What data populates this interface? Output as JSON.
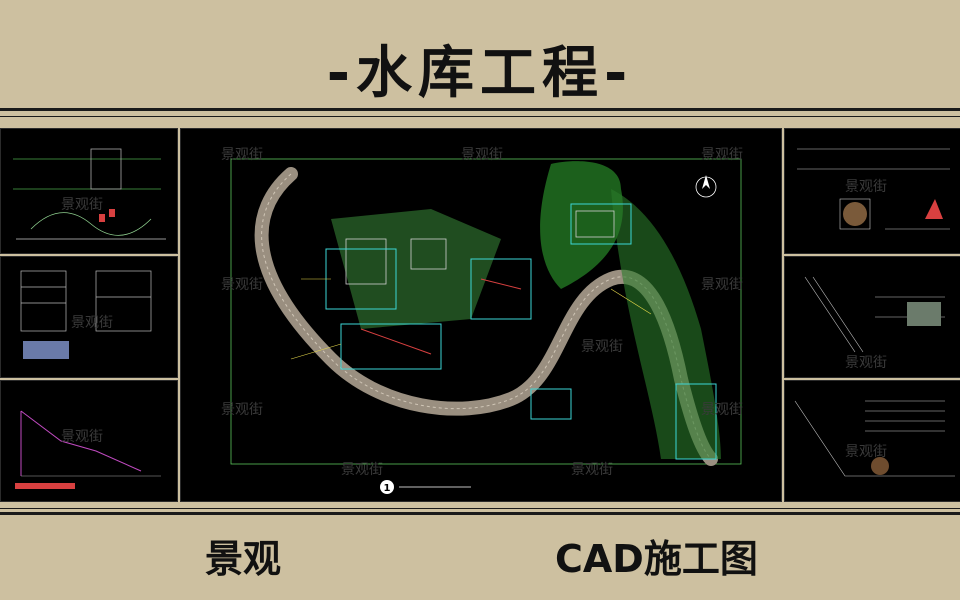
{
  "title": "-水库工程-",
  "captions": {
    "left": "景观",
    "right": "CAD施工图"
  },
  "watermark": "景观街",
  "plan_number": "1"
}
